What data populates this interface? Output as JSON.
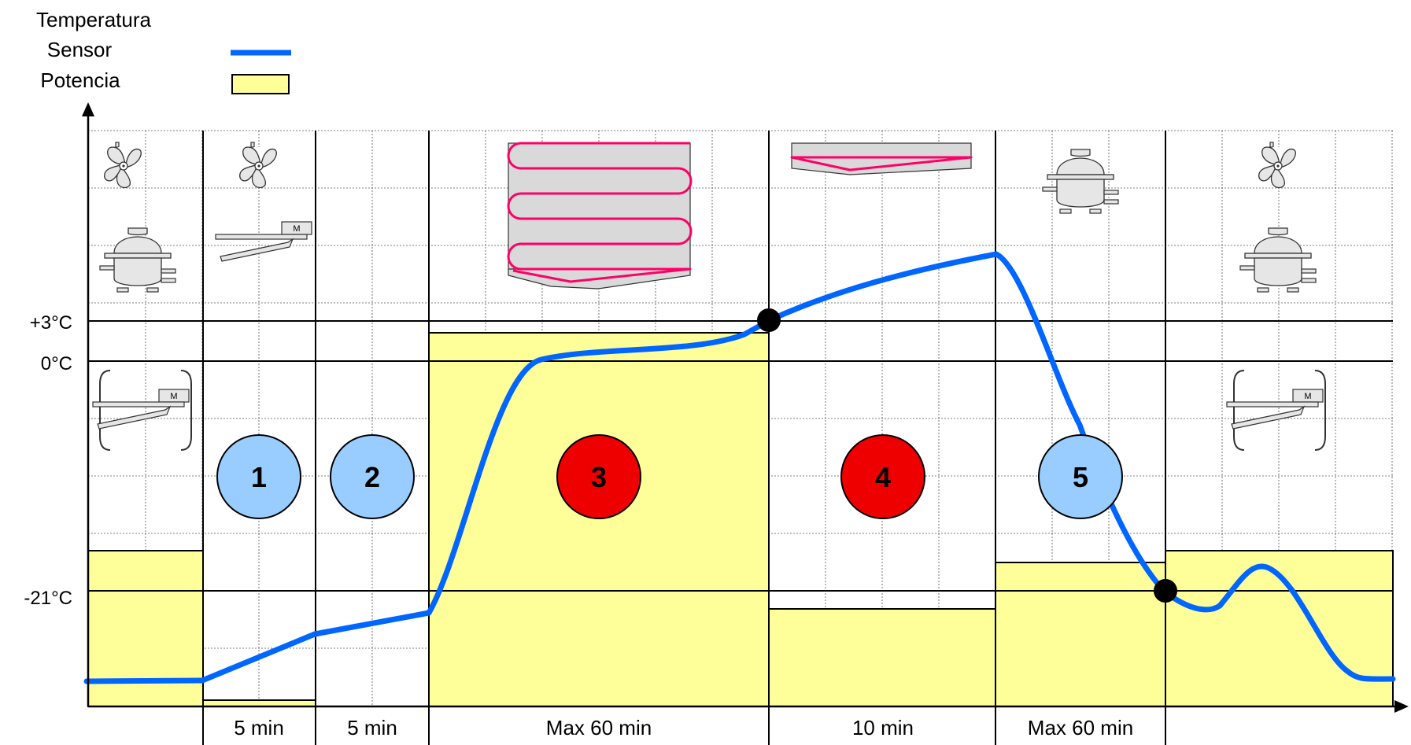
{
  "legend": {
    "axis_title": "Temperatura",
    "sensor_label": "Sensor",
    "power_label": "Potencia",
    "sensor_color": "#0066ff",
    "power_color": "#ffff99"
  },
  "y_axis": {
    "tick_labels": [
      "+3°C",
      "0°C",
      "-21°C"
    ]
  },
  "phases": {
    "numbers": [
      "1",
      "2",
      "3",
      "4",
      "5"
    ],
    "cooling_color": "#99ccff",
    "heating_color": "#ee0000",
    "duration_labels": [
      "5 min",
      "5 min",
      "Max 60 min",
      "10 min",
      "Max 60 min"
    ]
  },
  "icons": {
    "fan": "fan-icon",
    "compressor": "compressor-icon",
    "damper_motor": "damper-motor-icon",
    "defrost_heater": "defrost-heater-icon",
    "drain_heater": "drain-heater-icon",
    "motor_label": "M"
  },
  "chart_data": {
    "type": "line",
    "x_segments": [
      "",
      "5 min",
      "5 min",
      "Max 60 min",
      "10 min",
      "Max 60 min",
      ""
    ],
    "y_ticks": [
      "+3°C",
      "0°C",
      "-21°C"
    ],
    "series": [
      {
        "name": "Sensor",
        "kind": "line"
      },
      {
        "name": "Potencia",
        "kind": "bars"
      }
    ]
  }
}
